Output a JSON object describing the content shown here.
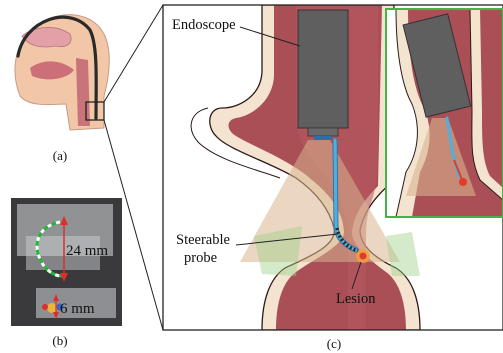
{
  "panel_labels": {
    "a": "(a)",
    "b": "(b)",
    "c": "(c)"
  },
  "annotations": {
    "endoscope": "Endoscope",
    "steerable_probe_line1": "Steerable",
    "steerable_probe_line2": "probe",
    "lesion": "Lesion"
  },
  "measurements": {
    "length": "24 mm",
    "width": "6 mm"
  },
  "colors": {
    "tissue": "#a94f55",
    "tissue_outline": "#2b1a1a",
    "mucosa": "#f3e3cf",
    "endoscope_body": "#5f5f5f",
    "probe": "#4fb0dc",
    "light_cone": "#d8b48e",
    "inset_border": "#46b34a",
    "lesion": "#e23b2a",
    "arrow": "#d93128"
  }
}
